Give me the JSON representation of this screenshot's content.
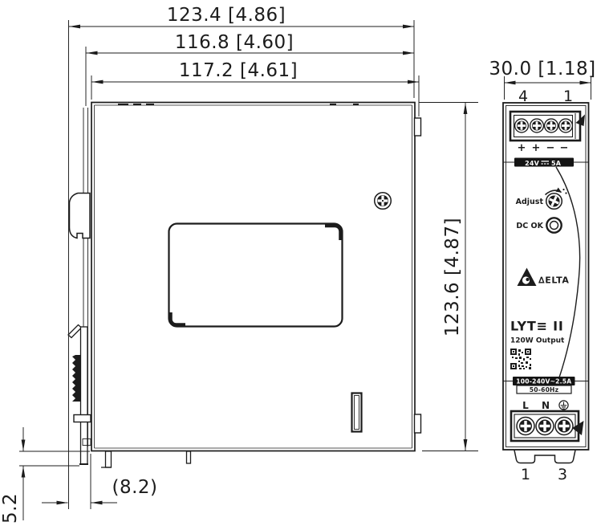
{
  "drawing": {
    "side_view": {
      "dim_overall_depth": "123.4  [4.86]",
      "dim_rail_depth": "116.8  [4.60]",
      "dim_body_depth": "117.2  [4.61]",
      "dim_height": "123.6  [4.87]",
      "dim_clip_protrusion": "5.2",
      "dim_clip_depth_ref": "(8.2)"
    },
    "front_view": {
      "dim_width": "30.0  [1.18]",
      "pin_top_left": "4",
      "pin_top_right": "1",
      "polarity": [
        "+",
        "+",
        "−",
        "−"
      ],
      "output_voltage": "24V",
      "output_current": "5A",
      "adjust_label": "Adjust",
      "dc_ok_label": "DC OK",
      "brand": "∆ELTA",
      "model": "LYT≡ II",
      "power": "120W Output",
      "input_rating": "100-240V~2.5A",
      "input_frequency": "50-60Hz",
      "line_label": "L",
      "neutral_label": "N",
      "pin_bottom_left": "1",
      "pin_bottom_right": "3"
    }
  },
  "colors": {
    "ink": "#1c1c1c",
    "label_bg": "#141414",
    "label_text": "#ffffff"
  }
}
